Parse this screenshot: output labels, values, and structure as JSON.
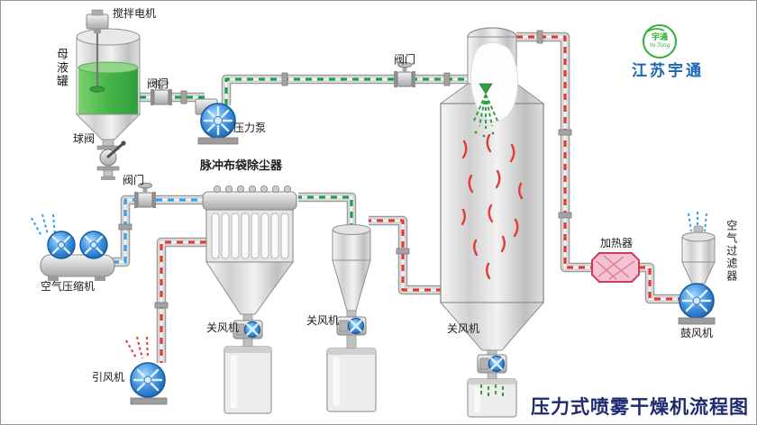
{
  "title": "压力式喷雾干燥机流程图",
  "logo": {
    "badge_top": "宇通",
    "badge_sub": "Yu Tong",
    "company": "江苏宇通"
  },
  "labels": {
    "stir_motor": "搅拌电机",
    "mother_tank": "母液罐",
    "ball_valve": "球阀",
    "feed_valve": "阀门",
    "pressure_pump": "压力泵",
    "main_valve": "阀门",
    "bag_filter": "脉冲布袋除尘器",
    "pulse_valve": "阀门",
    "air_compressor": "空气压缩机",
    "induced_fan": "引风机",
    "rotary_valve_bag": "关风机",
    "rotary_valve_cyclone": "关风机",
    "rotary_valve_tower": "关风机",
    "heater": "加热器",
    "air_filter": "空气过滤器",
    "blower": "鼓风机"
  },
  "legend_colors": {
    "liquid_flow": "#12a14b",
    "hot_air_flow": "#e8352e",
    "compressed_air_flow": "#2aa1f2"
  }
}
